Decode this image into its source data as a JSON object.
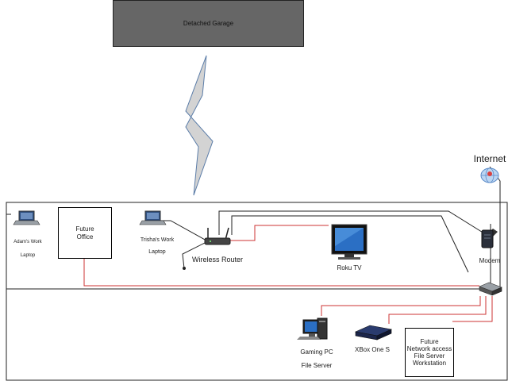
{
  "garage": {
    "label": "Detached Garage"
  },
  "internet": {
    "label": "Internet"
  },
  "modem": {
    "label": "Modem"
  },
  "router": {
    "label": "Wireless Router"
  },
  "roku": {
    "label": "Roku TV"
  },
  "adam_laptop": {
    "line1": "Adam's Work",
    "line2": "Laptop"
  },
  "trisha_laptop": {
    "line1": "Trisha's Work",
    "line2": "Laptop"
  },
  "future_office": {
    "line1": "Future",
    "line2": "Office"
  },
  "gaming_pc": {
    "line1": "Gaming PC",
    "line2": "File Server"
  },
  "xbox": {
    "label": "XBox One S"
  },
  "future_server": {
    "line1": "Future",
    "line2": "Network access",
    "line3": "File Server",
    "line4": "Workstation"
  },
  "colors": {
    "ethernet": "#cc3333",
    "cable": "#222222",
    "garage_fill": "#666666",
    "bolt_fill": "#d3d3d3",
    "bolt_stroke": "#5a7ca8"
  }
}
